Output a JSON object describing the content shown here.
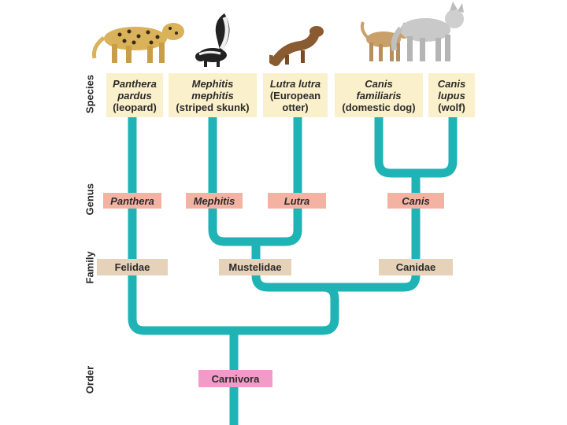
{
  "ranks": {
    "species": "Species",
    "genus": "Genus",
    "family": "Family",
    "order": "Order"
  },
  "species": [
    {
      "latin1": "Panthera",
      "latin2": "pardus",
      "common": "(leopard)"
    },
    {
      "latin1": "Mephitis",
      "latin2": "mephitis",
      "common": "(striped skunk)"
    },
    {
      "latin1": "Lutra lutra",
      "common1": "(European",
      "common2": "otter)"
    },
    {
      "latin1": "Canis",
      "latin2": "familiaris",
      "common": "(domestic dog)"
    },
    {
      "latin1": "Canis",
      "latin2": "lupus",
      "common": "(wolf)"
    }
  ],
  "genera": [
    "Panthera",
    "Mephitis",
    "Lutra",
    "Canis"
  ],
  "families": [
    "Felidae",
    "Mustelidae",
    "Canidae"
  ],
  "order": "Carnivora",
  "colors": {
    "branch": "#1fb3b5",
    "species_box": "#fbf0cc",
    "genus_box": "#f4b2a3",
    "family_box": "#e6d2b8",
    "order_box": "#f29ac8"
  },
  "illustrations": [
    "leopard-icon",
    "skunk-icon",
    "otter-icon",
    "dog-icon",
    "wolf-icon"
  ]
}
